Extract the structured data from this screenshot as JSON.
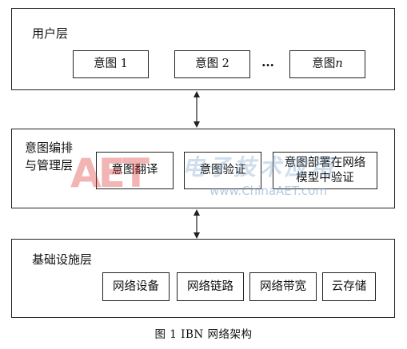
{
  "user_layer": {
    "title": "用户层",
    "intents": [
      "意图 1",
      "意图 2",
      "意图n"
    ],
    "ellipsis": "…"
  },
  "management_layer": {
    "title": "意图编排\n与管理层",
    "modules": [
      "意图翻译",
      "意图验证",
      "意图部署在网络\n模型中验证"
    ]
  },
  "infrastructure_layer": {
    "title": "基础设施层",
    "items": [
      "网络设备",
      "网络链路",
      "网络带宽",
      "云存储"
    ]
  },
  "caption": "图 1   IBN 网络架构",
  "watermark": {
    "logo": "AET",
    "chinese": "电子技术应用",
    "url": "www.ChinaAET.com"
  },
  "colors": {
    "line": "#222222",
    "watermark_logo": "#dc2828",
    "watermark_text": "#78a0c8"
  }
}
